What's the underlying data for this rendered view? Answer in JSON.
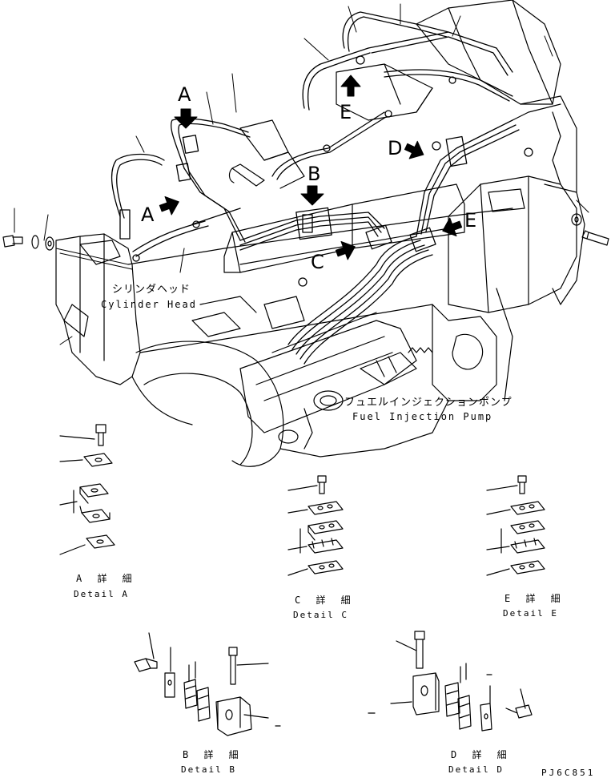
{
  "callouts": {
    "a_top": "A",
    "a_side": "A",
    "b": "B",
    "c": "C",
    "d": "D",
    "e_top": "E",
    "e_side": "E"
  },
  "labels": {
    "cylinder_head_jp": "シリンダヘッド",
    "cylinder_head_en": "Cylinder Head",
    "fuel_pump_jp": "フュエルインジェクションポンプ",
    "fuel_pump_en": "Fuel Injection Pump"
  },
  "details": {
    "a": {
      "jp": "A 詳 細",
      "en": "Detail A"
    },
    "b": {
      "jp": "B 詳 細",
      "en": "Detail B"
    },
    "c": {
      "jp": "C 詳 細",
      "en": "Detail C"
    },
    "d": {
      "jp": "D 詳 細",
      "en": "Detail D"
    },
    "e": {
      "jp": "E 詳 細",
      "en": "Detail E"
    }
  },
  "drawing_code": "PJ6C851"
}
